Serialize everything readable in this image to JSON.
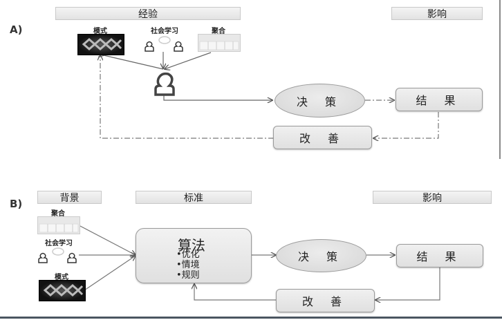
{
  "panel_a": {
    "label": "A)",
    "header_experience": "经验",
    "header_impact": "影响",
    "sources": {
      "pattern": "模式",
      "social_learning": "社会学习",
      "aggregation": "聚合"
    },
    "decision": "决 策",
    "result": "结 果",
    "improve": "改 善"
  },
  "panel_b": {
    "label": "B)",
    "header_context": "背景",
    "header_standard": "标准",
    "header_impact": "影响",
    "sources": {
      "aggregation": "聚合",
      "social_learning": "社会学习",
      "pattern": "模式"
    },
    "algorithm": {
      "title": "算法",
      "items": [
        "•优化",
        "•情境",
        "•规则"
      ]
    },
    "decision": "决 策",
    "result": "结 果",
    "improve": "改 善"
  }
}
